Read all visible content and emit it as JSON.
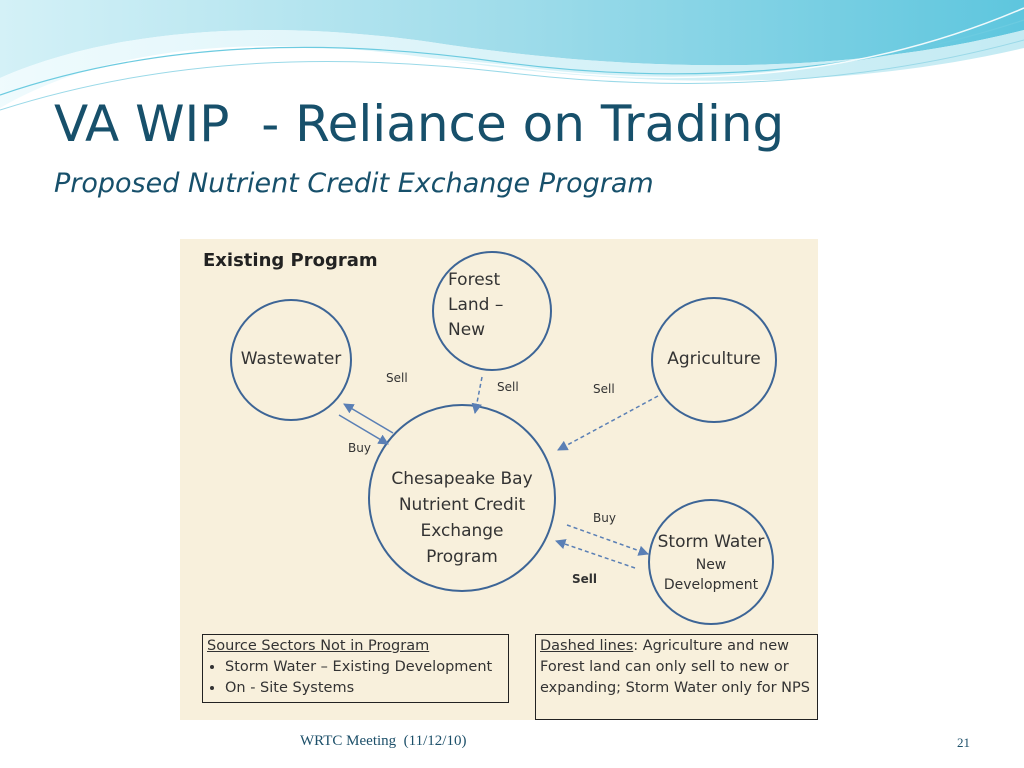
{
  "slide": {
    "title": "VA WIP  - Reliance on Trading",
    "subtitle": "Proposed Nutrient Credit Exchange Program",
    "footer": "WRTC Meeting  (11/12/10)",
    "page_number": "21"
  },
  "diagram": {
    "heading": "Existing Program",
    "nodes": {
      "wastewater": "Wastewater",
      "forest_lines": [
        "Forest",
        "Land –",
        "New"
      ],
      "agriculture": "Agriculture",
      "exchange_lines": [
        "Chesapeake Bay",
        "Nutrient Credit",
        "Exchange",
        "Program"
      ],
      "storm_water": "Storm Water",
      "storm_sub_lines": [
        "New",
        "Development"
      ]
    },
    "edge_labels": {
      "wastewater_sell": "Sell",
      "wastewater_buy": "Buy",
      "forest_sell": "Sell",
      "agriculture_sell": "Sell",
      "storm_buy": "Buy",
      "storm_sell": "Sell"
    },
    "left_box": {
      "heading": "Source Sectors Not in Program",
      "items": [
        "Storm Water – Existing Development",
        "On - Site Systems"
      ]
    },
    "right_box": {
      "heading": "Dashed lines",
      "text": ": Agriculture and new Forest land can only sell to new or expanding; Storm Water only for NPS"
    }
  },
  "colors": {
    "title": "#17506b",
    "diagram_bg": "#f8f0dc",
    "circle_stroke": "#3d6596",
    "arrow": "#5a7fb5"
  }
}
